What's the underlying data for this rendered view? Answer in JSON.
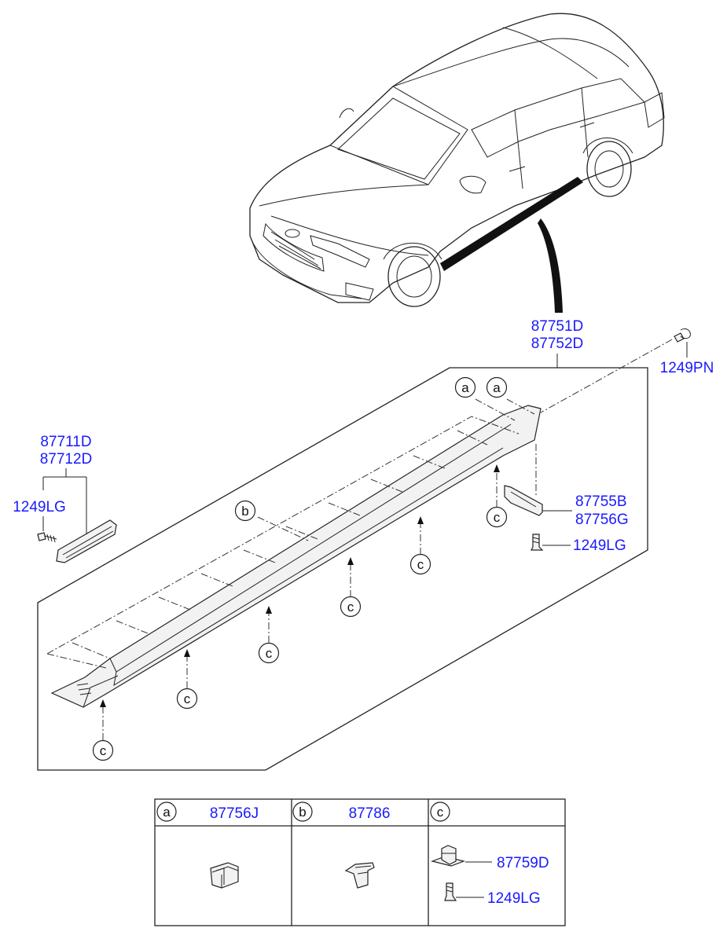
{
  "labels": {
    "side_sill": [
      "87751D",
      "87752D"
    ],
    "screw_top": "1249PN",
    "garnish": [
      "87711D",
      "87712D"
    ],
    "screw_left": "1249LG",
    "rear_end_piece": [
      "87755B",
      "87756G"
    ],
    "screw_right": "1249LG"
  },
  "callouts": {
    "a": "a",
    "b": "b",
    "c": "c"
  },
  "legend": {
    "a": {
      "letter": "a",
      "part": "87756J"
    },
    "b": {
      "letter": "b",
      "part": "87786"
    },
    "c": {
      "letter": "c",
      "part": "",
      "items": [
        "87759D",
        "1249LG"
      ]
    }
  }
}
